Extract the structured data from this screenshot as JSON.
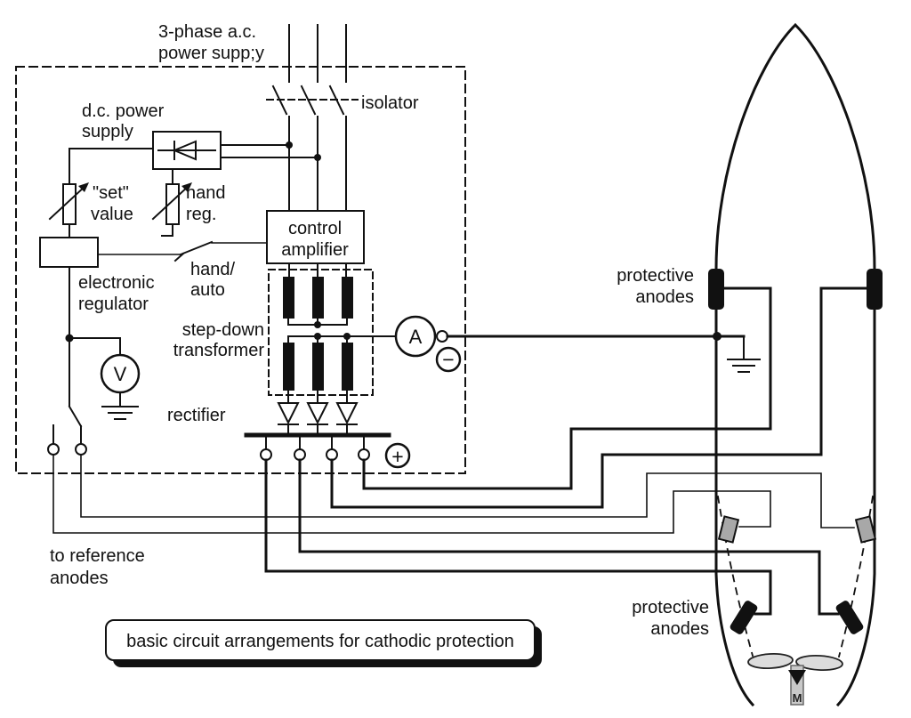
{
  "caption": "basic circuit arrangements for cathodic protection",
  "labels": {
    "phase1": "3-phase a.c.",
    "phase2": "power supp;y",
    "isolator": "isolator",
    "dc1": "d.c. power",
    "dc2": "supply",
    "set1": "\"set\"",
    "set2": "value",
    "hand1": "hand",
    "hand2": "reg.",
    "ctrl1": "control",
    "ctrl2": "amplifier",
    "ha1": "hand/",
    "ha2": "auto",
    "er1": "electronic",
    "er2": "regulator",
    "sd1": "step-down",
    "sd2": "transformer",
    "rectifier": "rectifier",
    "ref1": "to reference",
    "ref2": "anodes",
    "pfwd1": "protective",
    "pfwd2": "anodes",
    "paft1": "protective",
    "paft2": "anodes"
  },
  "meters": {
    "ammeter": "A",
    "voltmeter": "V",
    "positive": "+",
    "negative": "−",
    "motor": "M"
  },
  "colors": {
    "ink": "#111111",
    "paper": "#ffffff",
    "electrode_fill": "#a8a8a8",
    "propeller_fill": "#dcdcdc"
  }
}
